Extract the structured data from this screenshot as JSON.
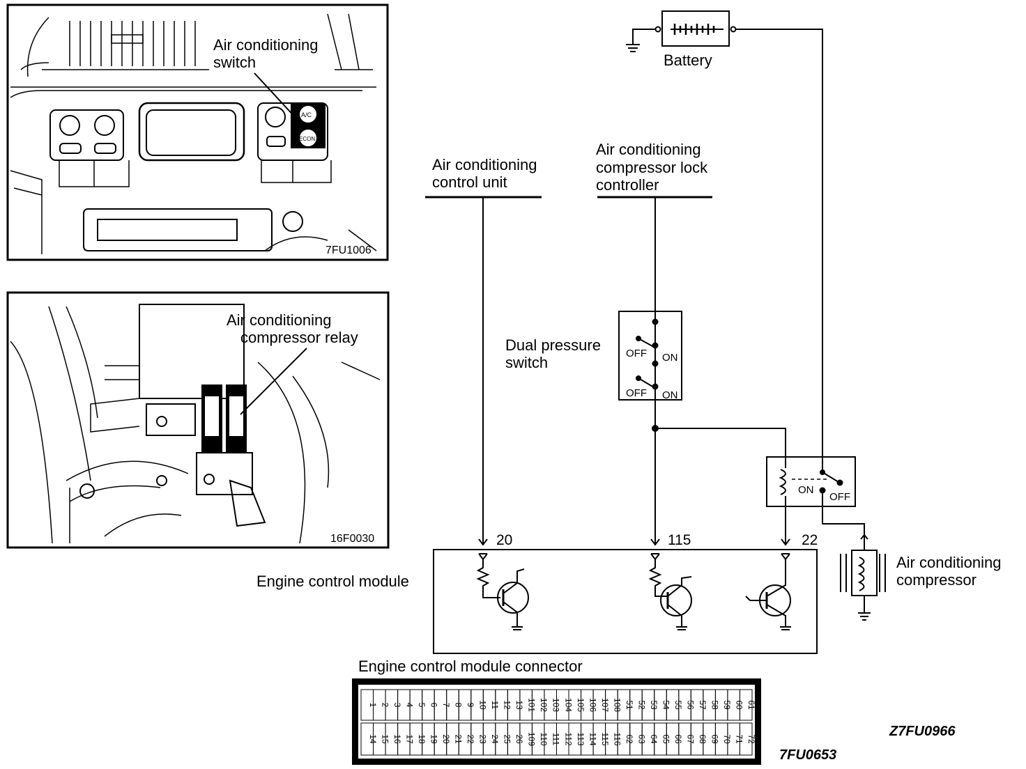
{
  "panels": {
    "switch_photo": {
      "label_line1": "Air conditioning",
      "label_line2": "switch",
      "btn_ac": "A/C",
      "btn_econ": "ECON",
      "code": "7FU1006"
    },
    "relay_photo": {
      "label_line1": "Air conditioning",
      "label_line2": "compressor relay",
      "code": "16F0030"
    }
  },
  "schematic": {
    "battery": "Battery",
    "ac_control_unit_line1": "Air conditioning",
    "ac_control_unit_line2": "control unit",
    "lock_ctrl_line1": "Air   conditioning",
    "lock_ctrl_line2": "compressor lock",
    "lock_ctrl_line3": "controller",
    "dual_pressure_line1": "Dual pressure",
    "dual_pressure_line2": "switch",
    "off_label": "OFF",
    "on_label": "ON",
    "relay_on": "ON",
    "relay_off": "OFF",
    "ecm": "Engine control module",
    "pin_a": "20",
    "pin_b": "115",
    "pin_c": "22",
    "compressor_line1": "Air conditioning",
    "compressor_line2": "compressor"
  },
  "connector": {
    "title": "Engine control module connector",
    "top_row": [
      "1",
      "2",
      "3",
      "4",
      "5",
      "6",
      "7",
      "8",
      "9",
      "10",
      "11",
      "12",
      "13",
      "101",
      "102",
      "103",
      "104",
      "105",
      "106",
      "107",
      "108",
      "51",
      "52",
      "53",
      "54",
      "55",
      "56",
      "57",
      "58",
      "59",
      "60",
      "61"
    ],
    "bottom_row": [
      "14",
      "15",
      "16",
      "17",
      "18",
      "19",
      "20",
      "21",
      "22",
      "23",
      "24",
      "25",
      "26",
      "109",
      "110",
      "111",
      "112",
      "113",
      "114",
      "115",
      "116",
      "62",
      "63",
      "64",
      "65",
      "66",
      "67",
      "68",
      "69",
      "70",
      "71",
      "72"
    ],
    "code": "7FU0653"
  },
  "figure_code": "Z7FU0966"
}
